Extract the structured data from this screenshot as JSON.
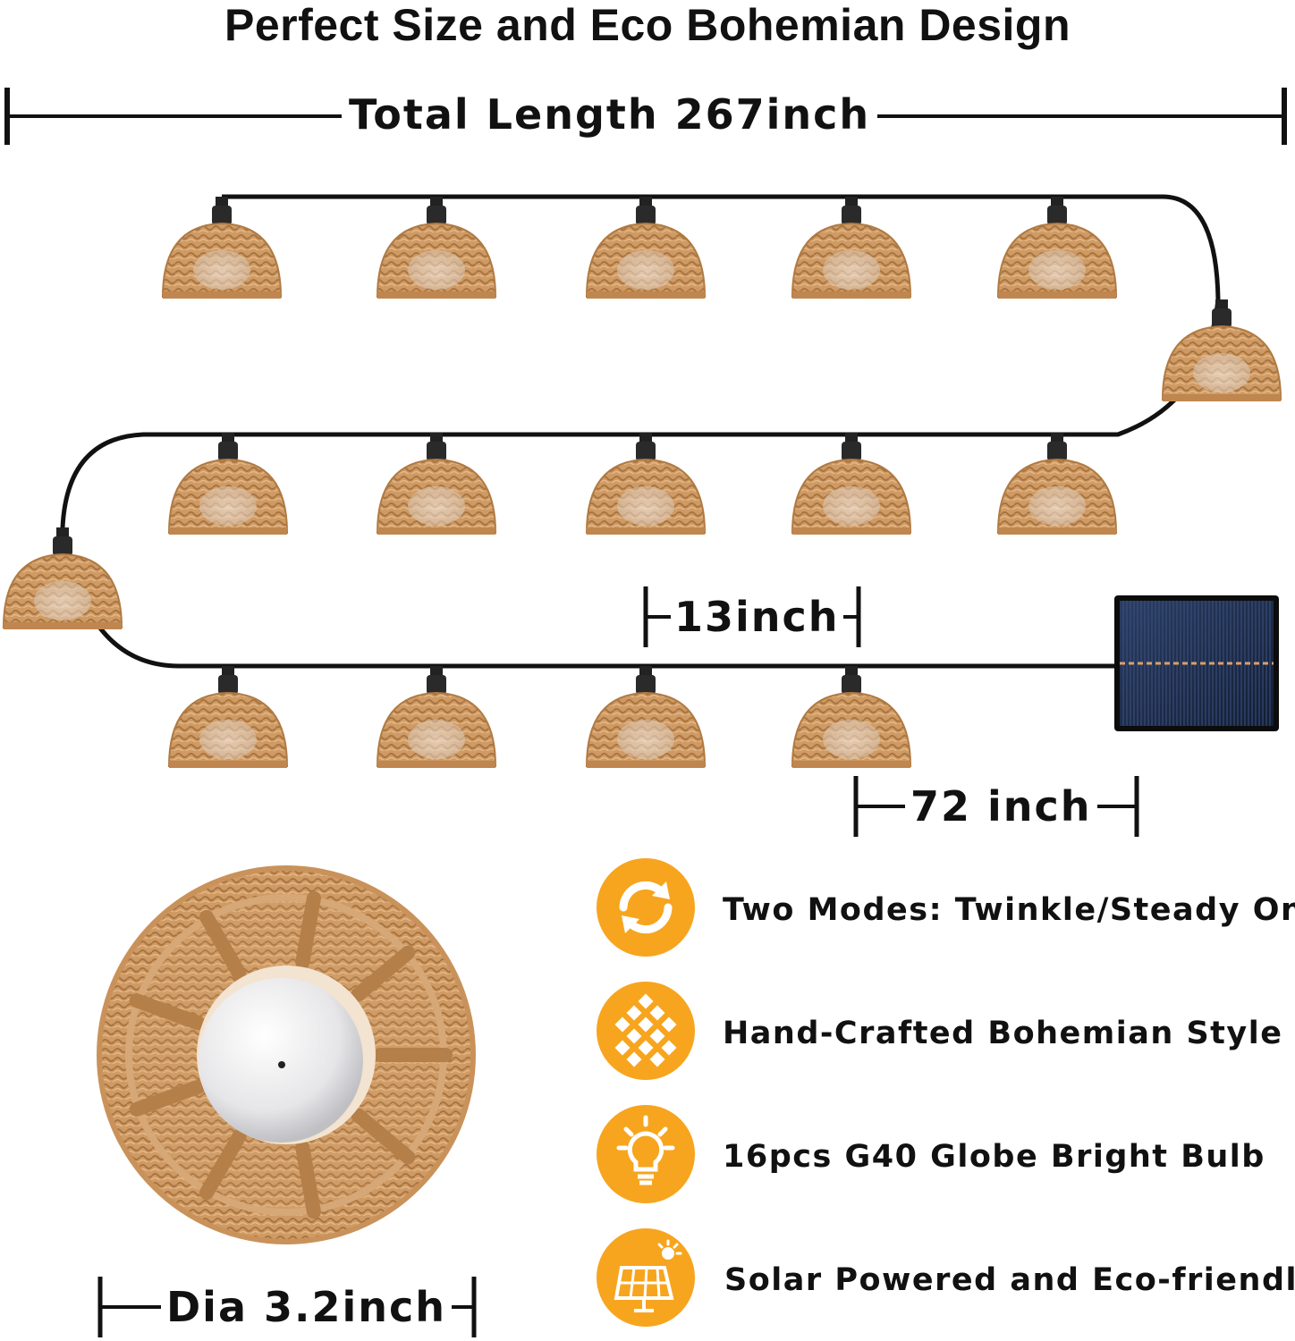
{
  "title": "Perfect Size and Eco Bohemian Design",
  "dimensions": {
    "total_length": "Total Length 267inch",
    "spacing": "13inch",
    "lead_cable": "72 inch",
    "diameter": "Dia 3.2inch"
  },
  "features": [
    {
      "icon": "refresh-icon",
      "text": "Two Modes: Twinkle/Steady On"
    },
    {
      "icon": "pattern-icon",
      "text": "Hand-Crafted Bohemian Style"
    },
    {
      "icon": "lightbulb-icon",
      "text": "16pcs G40 Globe Bright Bulb"
    },
    {
      "icon": "solar-panel-icon",
      "text": "Solar Powered and Eco-friendly"
    }
  ],
  "colors": {
    "accent": "#f7a51e",
    "rattan": "#c9925a",
    "cable": "#111111",
    "panel": "#1c2b4a"
  }
}
